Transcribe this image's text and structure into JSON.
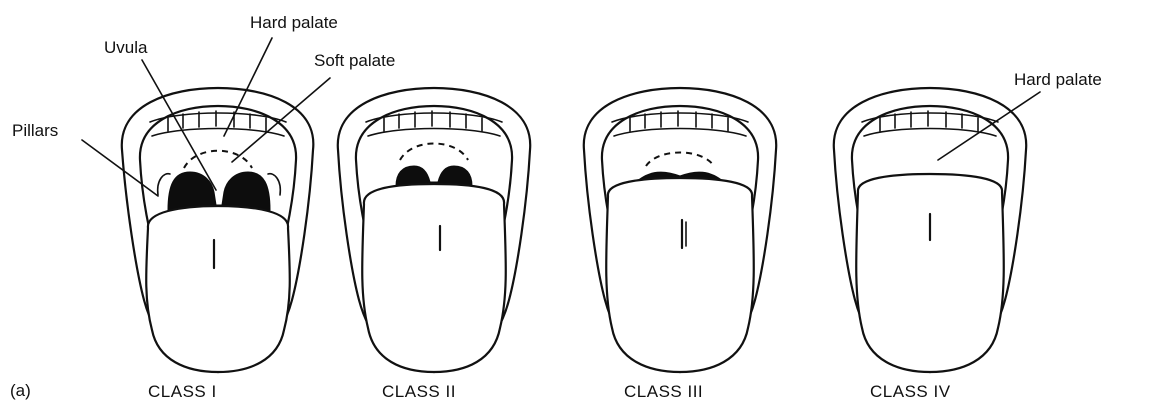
{
  "figure": {
    "panel_label": "(a)",
    "labels": {
      "uvula": "Uvula",
      "hard_palate_top": "Hard palate",
      "soft_palate": "Soft palate",
      "pillars": "Pillars",
      "hard_palate_class4": "Hard palate"
    },
    "classes": [
      {
        "label": "CLASS  I"
      },
      {
        "label": "CLASS  II"
      },
      {
        "label": "CLASS  III"
      },
      {
        "label": "CLASS  IV"
      }
    ]
  }
}
